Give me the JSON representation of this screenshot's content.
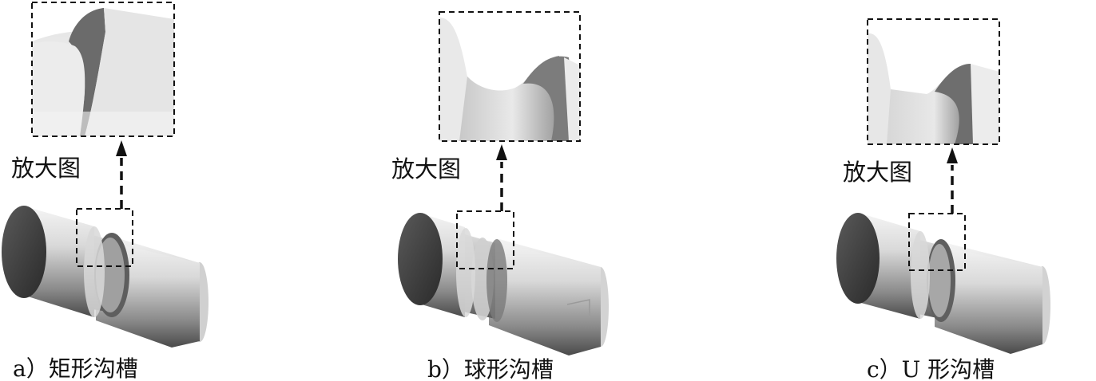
{
  "figure": {
    "panels": [
      {
        "id": "a",
        "zoom_label": "放大图",
        "caption": "a）矩形沟槽",
        "groove": "rectangular"
      },
      {
        "id": "b",
        "zoom_label": "放大图",
        "caption": "b）球形沟槽",
        "groove": "spherical"
      },
      {
        "id": "c",
        "zoom_label": "放大图",
        "caption": "c）U 形沟槽",
        "groove": "u-shaped"
      }
    ]
  },
  "colors": {
    "cylinder_light": "#f2f2f2",
    "cylinder_mid": "#b5b5b5",
    "cylinder_dark": "#4a4a4a",
    "groove_dark": "#6e6e6e",
    "dash": "#111111"
  }
}
